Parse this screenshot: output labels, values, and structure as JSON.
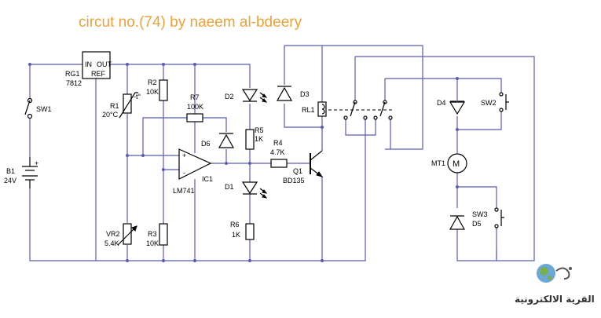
{
  "title": "circut no.(74) by naeem al-bdeery",
  "logo_text": "القرية الالكترونية",
  "components": {
    "rg1": {
      "name": "RG1",
      "value": "7812",
      "pin_in": "IN",
      "pin_out": "OUT",
      "pin_ref": "REF"
    },
    "sw1": {
      "name": "SW1"
    },
    "b1": {
      "name": "B1",
      "value": "24V",
      "plus": "+"
    },
    "r1": {
      "name": "R1",
      "value": "20°C",
      "mark": "-t°"
    },
    "r2": {
      "name": "R2",
      "value": "10K"
    },
    "r3": {
      "name": "R3",
      "value": "10K"
    },
    "r4": {
      "name": "R4",
      "value": "4.7K"
    },
    "r5": {
      "name": "R5",
      "value": "1K"
    },
    "r6": {
      "name": "R6",
      "value": "1K"
    },
    "r7": {
      "name": "R7",
      "value": "100K"
    },
    "vr2": {
      "name": "VR2",
      "value": "5.4K"
    },
    "ic1": {
      "name": "IC1",
      "value": "LM741",
      "plus": "+",
      "minus": "-"
    },
    "d1": {
      "name": "D1"
    },
    "d2": {
      "name": "D2"
    },
    "d3": {
      "name": "D3"
    },
    "d4": {
      "name": "D4"
    },
    "d5": {
      "name": "D5"
    },
    "d6": {
      "name": "D6"
    },
    "q1": {
      "name": "Q1",
      "value": "BD135"
    },
    "rl1": {
      "name": "RL1"
    },
    "sw2": {
      "name": "SW2"
    },
    "sw3": {
      "name": "SW3"
    },
    "mt1": {
      "name": "MT1",
      "symbol": "M"
    }
  }
}
